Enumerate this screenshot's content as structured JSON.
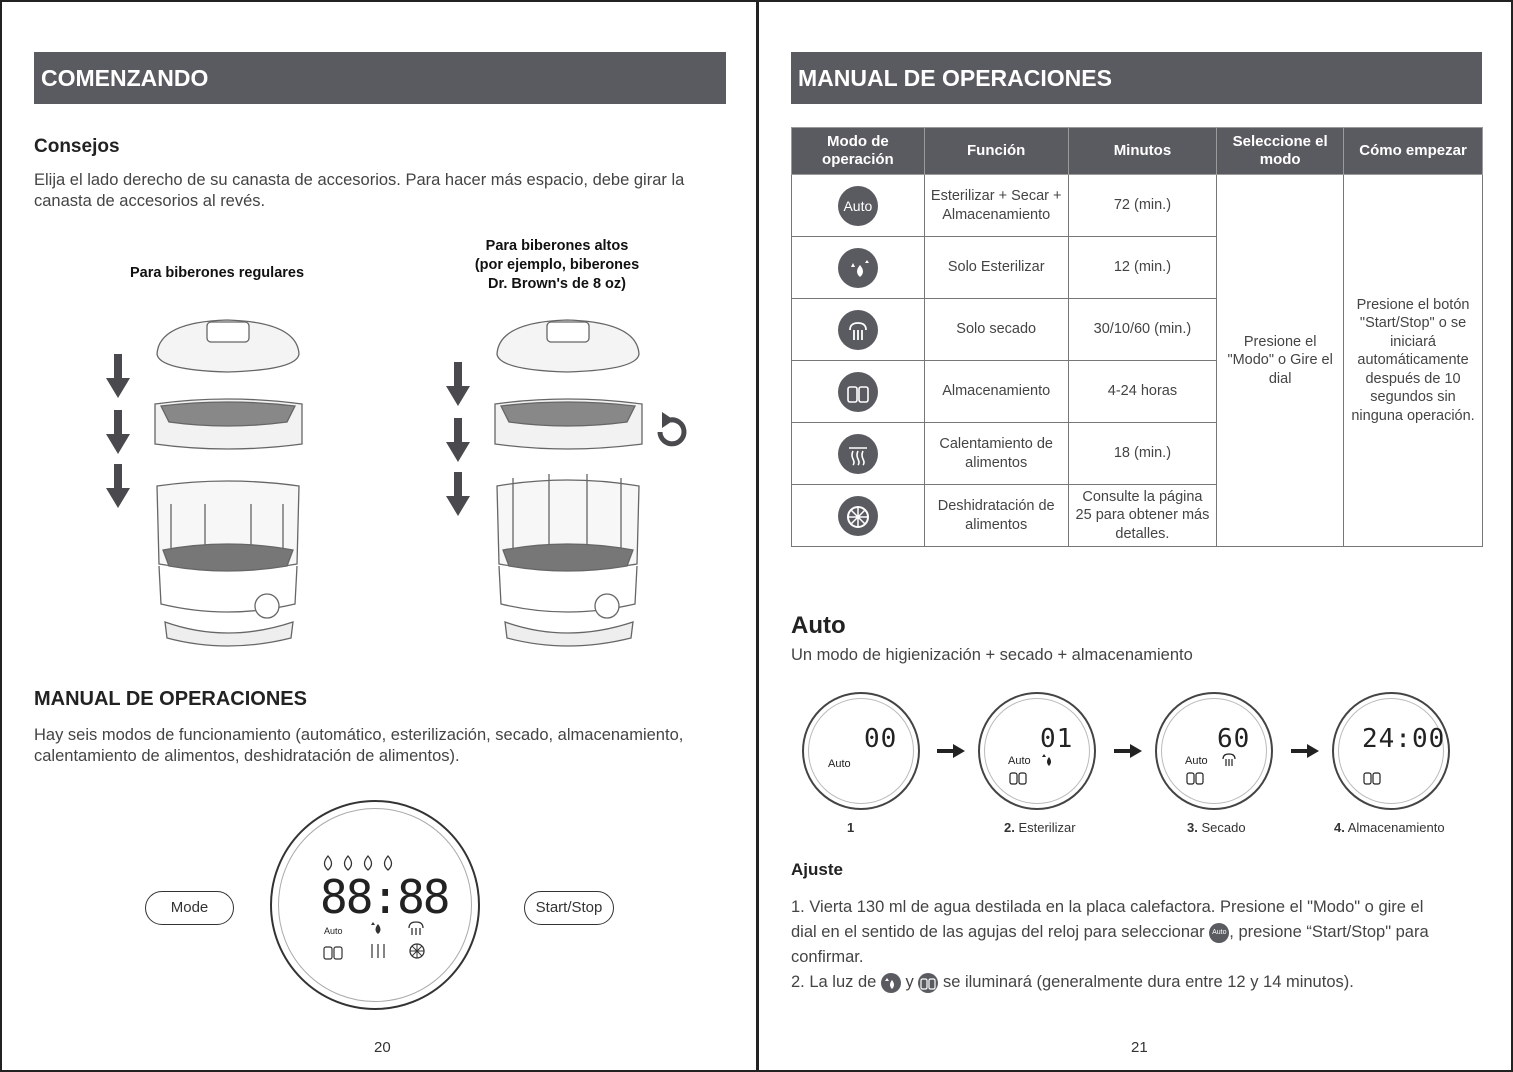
{
  "left_page": {
    "header": "COMENZANDO",
    "tips_title": "Consejos",
    "tips_text": "Elija el lado derecho de su canasta de accesorios. Para hacer más espacio, debe girar la canasta de accesorios al revés.",
    "label_regular": "Para biberones regulares",
    "label_tall_1": "Para biberones altos",
    "label_tall_2": "(por ejemplo, biberones",
    "label_tall_3": "Dr. Brown's de 8 oz)",
    "manual_title": "MANUAL DE OPERACIONES",
    "manual_text": "Hay seis modos de funcionamiento (automático, esterilización, secado, almacenamiento, calentamiento de alimentos, deshidratación de alimentos).",
    "panel": {
      "mode_button": "Mode",
      "start_button": "Start/Stop",
      "display": "88:88",
      "auto_label": "Auto"
    },
    "page_number": "20"
  },
  "right_page": {
    "header": "MANUAL DE OPERACIONES",
    "table": {
      "headers": [
        "Modo de operación",
        "Función",
        "Minutos",
        "Seleccione el modo",
        "Cómo empezar"
      ],
      "rows": [
        {
          "icon": "auto-icon",
          "icon_text": "Auto",
          "function": "Esterilizar + Secar + Almacenamiento",
          "minutes": "72 (min.)"
        },
        {
          "icon": "sterilize-icon",
          "function": "Solo Esterilizar",
          "minutes": "12 (min.)"
        },
        {
          "icon": "dry-icon",
          "function": "Solo secado",
          "minutes": "30/10/60 (min.)"
        },
        {
          "icon": "storage-icon",
          "function": "Almacenamiento",
          "minutes": "4-24 horas"
        },
        {
          "icon": "food-warm-icon",
          "function": "Calentamiento de alimentos",
          "minutes": "18 (min.)"
        },
        {
          "icon": "dehydrate-icon",
          "function": "Deshidratación de alimentos",
          "minutes": "Consulte la página 25 para obtener más detalles."
        }
      ],
      "select_mode": "Presione el \"Modo\" o Gire el dial",
      "how_to_start": "Presione el botón \"Start/Stop\" o se iniciará automáticamente después de 10 segundos sin ninguna operación."
    },
    "auto_title": "Auto",
    "auto_subtitle": "Un modo de higienización + secado + almacenamiento",
    "steps": [
      {
        "display": "00",
        "label_num": "1",
        "label_text": "",
        "auto": "Auto"
      },
      {
        "display": "01",
        "label_num": "2.",
        "label_text": "Esterilizar",
        "auto": "Auto"
      },
      {
        "display": "60",
        "label_num": "3.",
        "label_text": "Secado",
        "auto": "Auto"
      },
      {
        "display": "24:00",
        "label_num": "4.",
        "label_text": "Almacenamiento",
        "auto": ""
      }
    ],
    "adjust_title": "Ajuste",
    "adjust_1a": "1. Vierta 130 ml de agua destilada en la placa calefactora. Presione el \"Modo\" o gire el",
    "adjust_1b": "dial en el sentido de las agujas del reloj para seleccionar",
    "adjust_1c": ", presione “Start/Stop\" para",
    "adjust_1d": "confirmar.",
    "adjust_2a": "2. La luz de",
    "adjust_2b": "y",
    "adjust_2c": "se iluminará (generalmente dura entre 12 y 14 minutos).",
    "inline_auto": "Auto",
    "page_number": "21"
  }
}
